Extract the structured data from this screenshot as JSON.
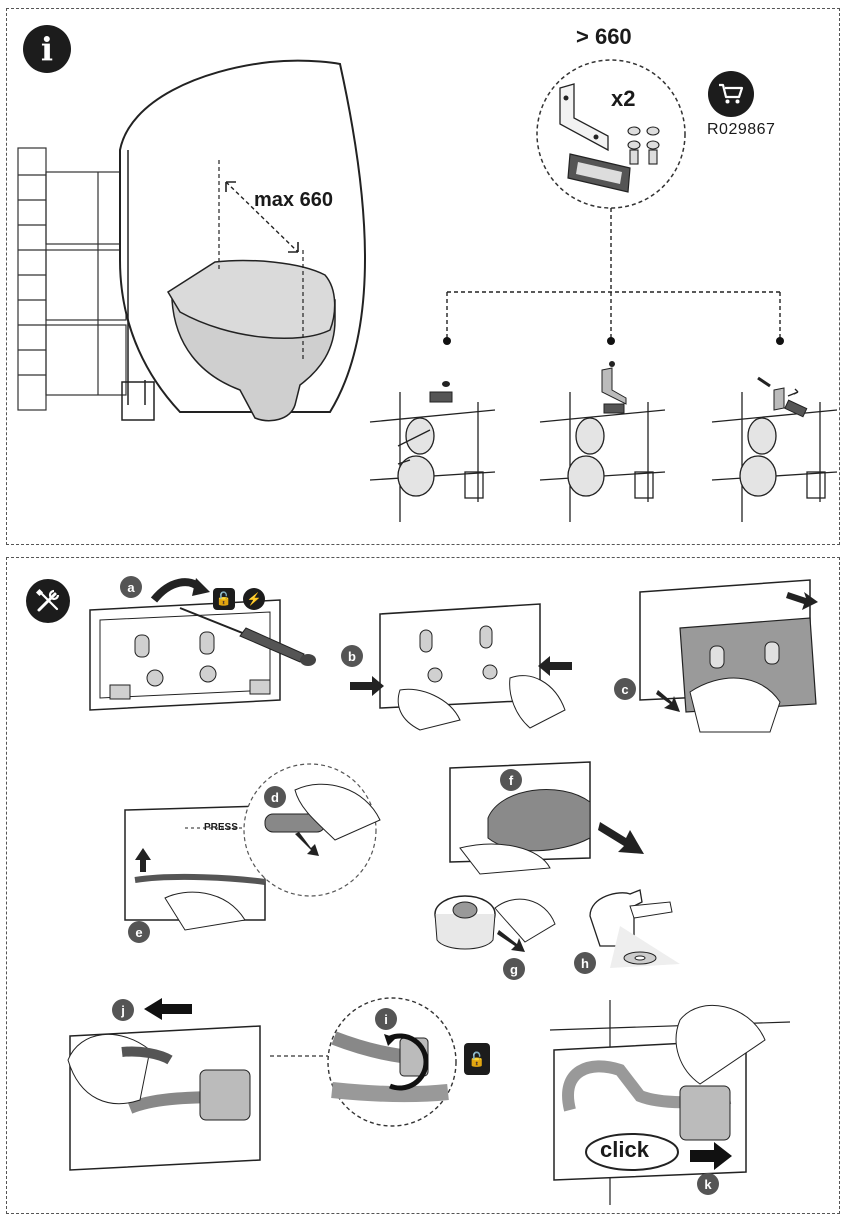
{
  "top_panel": {
    "info_icon": "info-icon",
    "max_label": "max 660",
    "min_label": "> 660",
    "kit_quantity": "x2",
    "cart_icon": "cart-icon",
    "part_number": "R029867"
  },
  "bottom_panel": {
    "tools_icon": "wrench-screwdriver-icon",
    "press_label": "PRESS",
    "click_label": "click",
    "steps": [
      "a",
      "b",
      "c",
      "d",
      "e",
      "f",
      "g",
      "h",
      "i",
      "j",
      "k"
    ]
  },
  "colors": {
    "dark": "#1c1c1c",
    "step_badge": "#555555",
    "fixture_grey": "#c8c8c8",
    "frame_grey": "#9a9a9a"
  }
}
